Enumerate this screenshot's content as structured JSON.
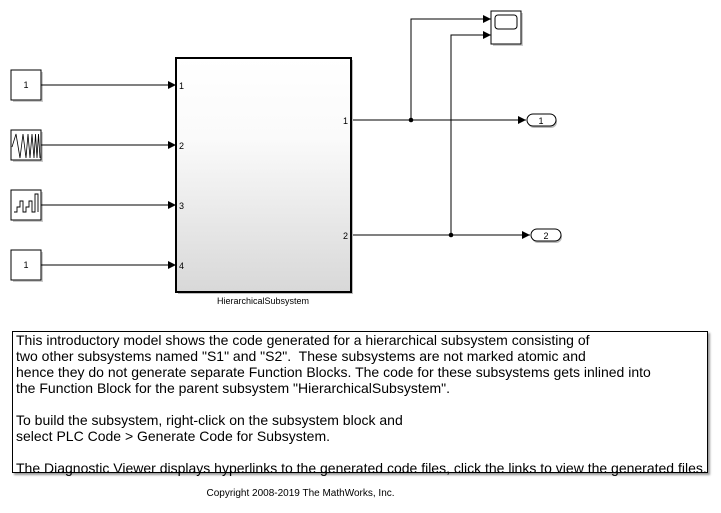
{
  "blocks": {
    "const1": "1",
    "const4": "1",
    "subsystem_name": "HierarchicalSubsystem",
    "in_ports": [
      "1",
      "2",
      "3",
      "4"
    ],
    "out_ports": [
      "1",
      "2"
    ],
    "outport1": "1",
    "outport2": "2"
  },
  "annotation": {
    "lines": [
      "This introductory model shows the code generated for a hierarchical subsystem consisting of",
      "two other subsystems named \"S1\" and \"S2\".  These subsystems are not marked atomic and",
      "hence they do not generate separate Function Blocks. The code for these subsystems gets inlined into",
      "the Function Block for the parent subsystem \"HierarchicalSubsystem\".",
      "",
      "To build the subsystem, right-click on the subsystem block and",
      "select PLC Code > Generate Code for Subsystem.",
      "",
      "The Diagnostic Viewer displays hyperlinks to the generated code files, click the links to view the generated files."
    ]
  },
  "copyright": "Copyright 2008-2019 The MathWorks, Inc."
}
